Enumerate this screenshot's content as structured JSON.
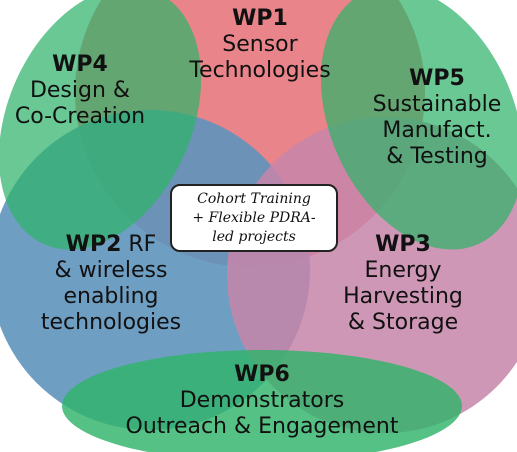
{
  "colors": {
    "wp1": "#e8848a",
    "wp2": "#5f93bd",
    "wp3": "#c785a9",
    "green": "#2fb36a"
  },
  "packages": {
    "wp1": {
      "title": "WP1",
      "line1": "Sensor",
      "line2": "Technologies"
    },
    "wp2": {
      "title": "WP2",
      "title_suffix": "RF",
      "line1": "& wireless",
      "line2": "enabling",
      "line3": "technologies"
    },
    "wp3": {
      "title": "WP3",
      "line1": "Energy",
      "line2": "Harvesting",
      "line3": "& Storage"
    },
    "wp4": {
      "title": "WP4",
      "line1": "Design &",
      "line2": "Co-Creation"
    },
    "wp5": {
      "title": "WP5",
      "line1": "Sustainable",
      "line2": "Manufact.",
      "line3": "& Testing"
    },
    "wp6": {
      "title": "WP6",
      "line1": "Demonstrators",
      "line2": "Outreach & Engagement"
    }
  },
  "center": {
    "line1": "Cohort Training",
    "line2": "+ Flexible PDRA-",
    "line3": "led projects"
  }
}
